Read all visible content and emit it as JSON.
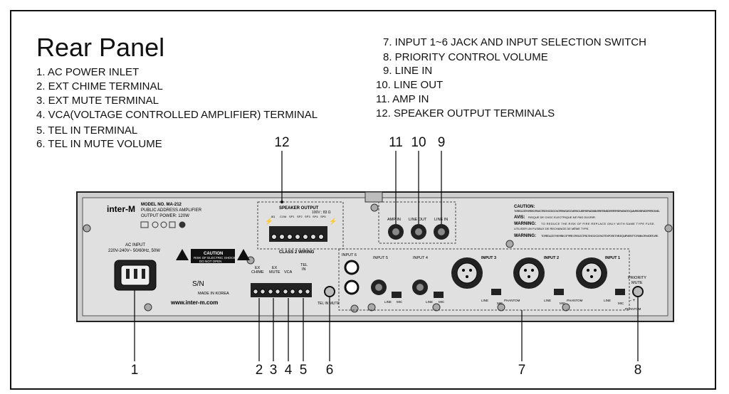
{
  "title": "Rear Panel",
  "legend_left": [
    "1. AC POWER INLET",
    "2. EXT CHIME TERMINAL",
    "3. EXT MUTE TERMINAL",
    "4. VCA(VOLTAGE CONTROLLED AMPLIFIER) TERMINAL",
    "5. TEL IN TERMINAL",
    "6. TEL IN MUTE VOLUME"
  ],
  "legend_right": [
    "7. INPUT 1~6 JACK AND INPUT SELECTION SWITCH",
    "8. PRIORITY CONTROL VOLUME",
    "9. LINE IN",
    "10. LINE OUT",
    "11. AMP IN",
    "12. SPEAKER OUTPUT TERMINALS"
  ],
  "callouts": {
    "n1": "1",
    "n2": "2",
    "n3": "3",
    "n4": "4",
    "n5": "5",
    "n6": "6",
    "n7": "7",
    "n8": "8",
    "n9": "9",
    "n10": "10",
    "n11": "11",
    "n12": "12"
  },
  "panel": {
    "brand": "inter-M",
    "model": "MODEL NO. MA-212",
    "product": "PUBLIC ADDRESS AMPLIFIER",
    "power": "OUTPUT POWER: 120W",
    "ac_input": "AC INPUT",
    "ac_spec": "220V-240V~ 50/60Hz, 50W",
    "caution_label": "CAUTION",
    "caution_sub1": "RISK OF ELECTRIC SHOCK",
    "caution_sub2": "DO NOT OPEN",
    "serial": "S/N",
    "made_in": "MADE IN KOREA",
    "website": "www.inter-m.com",
    "speaker_output": "SPEAKER OUTPUT",
    "speaker_spec": "100V ; 83 Ω",
    "class2": "CLASS 2 WIRING",
    "sp_labels": [
      "8Ω",
      "COM",
      "SP1",
      "SP2",
      "SP3",
      "SP4",
      "SP5"
    ],
    "amp_in": "AMP IN",
    "line_out": "LINE OUT",
    "line_in": "LINE IN",
    "caution_title": "CAUTION:",
    "caution_text": "TO REDUCE THE RISK OF ELECTRIC SHOCK. DO NOT REMOVE COVER. NO USER SERVICEABLE PARTS INSIDE. REFER SERVICING TO QUALIFIED SERVICE PERSONNEL.",
    "avis_title": "AVIS:",
    "avis_text": "RISQUE DE CHOC ELECTRIQUE NE PAS OUVRIR.",
    "warning1_title": "WARNING:",
    "warning1_text": "TO REDUCE THE RISK OF FIRE REPLACE ONLY WITH SAME TYPE FUSE.",
    "warning1_fr": "UTILISER UN FUSIBLE DE RECHANGE DE MÊME TYPE.",
    "warning2_title": "WARNING:",
    "warning2_text": "TO REDUCE THE RISK OF FIRE OR ELECTRIC SHOCK DO NOT EXPOSE THIS EQUIPMENT TO RAIN OR MOISTURE.",
    "ex_chime": "EX\nCHIME",
    "ex_chime_1": "EX",
    "ex_chime_2": "CHIME",
    "ex_mute_1": "EX",
    "ex_mute_2": "MUTE",
    "vca": "VCA",
    "tel_1": "TEL",
    "tel_2": "IN",
    "tel_in_mute": "TEL IN MUTE",
    "input6": "INPUT 6",
    "input5": "INPUT 5",
    "input4": "INPUT 4",
    "input3": "INPUT 3",
    "input2": "INPUT 2",
    "input1": "INPUT 1",
    "priority_1": "PRIORITY",
    "priority_2": "MUTE",
    "line": "LINE",
    "mic": "MIC",
    "phantom": "PHANTOM"
  }
}
